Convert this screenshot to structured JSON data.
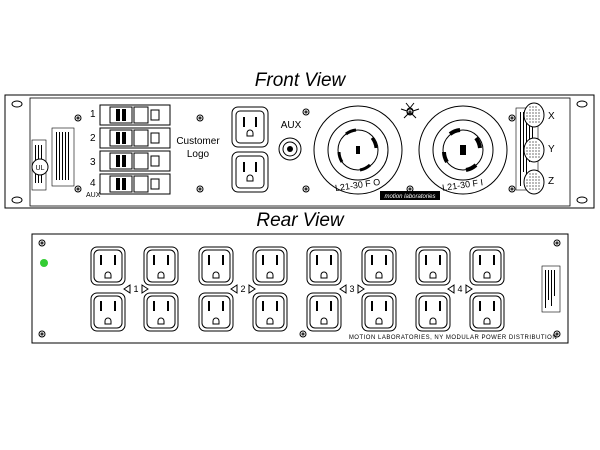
{
  "front_view": {
    "title": "Front View",
    "breaker_labels": [
      "1",
      "2",
      "3",
      "4"
    ],
    "aux_small_label": "AUX",
    "customer_logo_line1": "Customer",
    "customer_logo_line2": "Logo",
    "aux_label": "AUX",
    "twistlock_left_label": "L21-30 F O",
    "twistlock_right_label": "L21-30 F I",
    "brand_label": "motion laboratories",
    "xyz_labels": [
      "X",
      "Y",
      "Z"
    ],
    "ul_mark": "UL"
  },
  "rear_view": {
    "title": "Rear View",
    "circuit_labels": [
      "1",
      "2",
      "3",
      "4"
    ],
    "footer_text": "MOTION LABORATORIES, NY    MODULAR POWER DISTRIBUTION"
  },
  "colors": {
    "stroke": "#000000",
    "led": "#33cc33",
    "label_fill": "#000000",
    "grille": "#888888"
  }
}
